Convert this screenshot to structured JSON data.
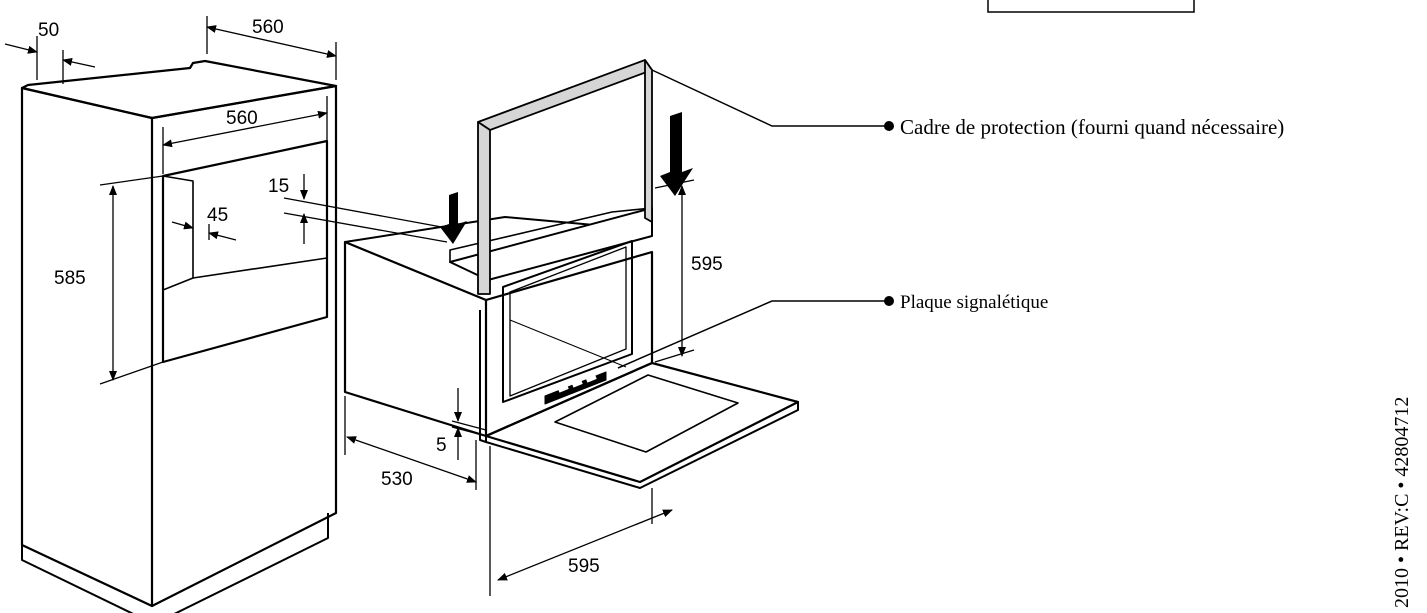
{
  "dimensions": {
    "cabinet_top_depth": "560",
    "cabinet_side_offset": "50",
    "niche_width": "560",
    "niche_height": "585",
    "niche_side_gap": "45",
    "niche_top_gap": "15",
    "oven_body_depth": "530",
    "oven_bottom_gap": "5",
    "oven_front_height": "595",
    "oven_front_width": "595"
  },
  "callouts": {
    "protection_frame": "Cadre de protection (fourni quand nécessaire)",
    "rating_plate": "Plaque signalétique"
  },
  "document_ref": "2010 • REV:C • 42804712"
}
